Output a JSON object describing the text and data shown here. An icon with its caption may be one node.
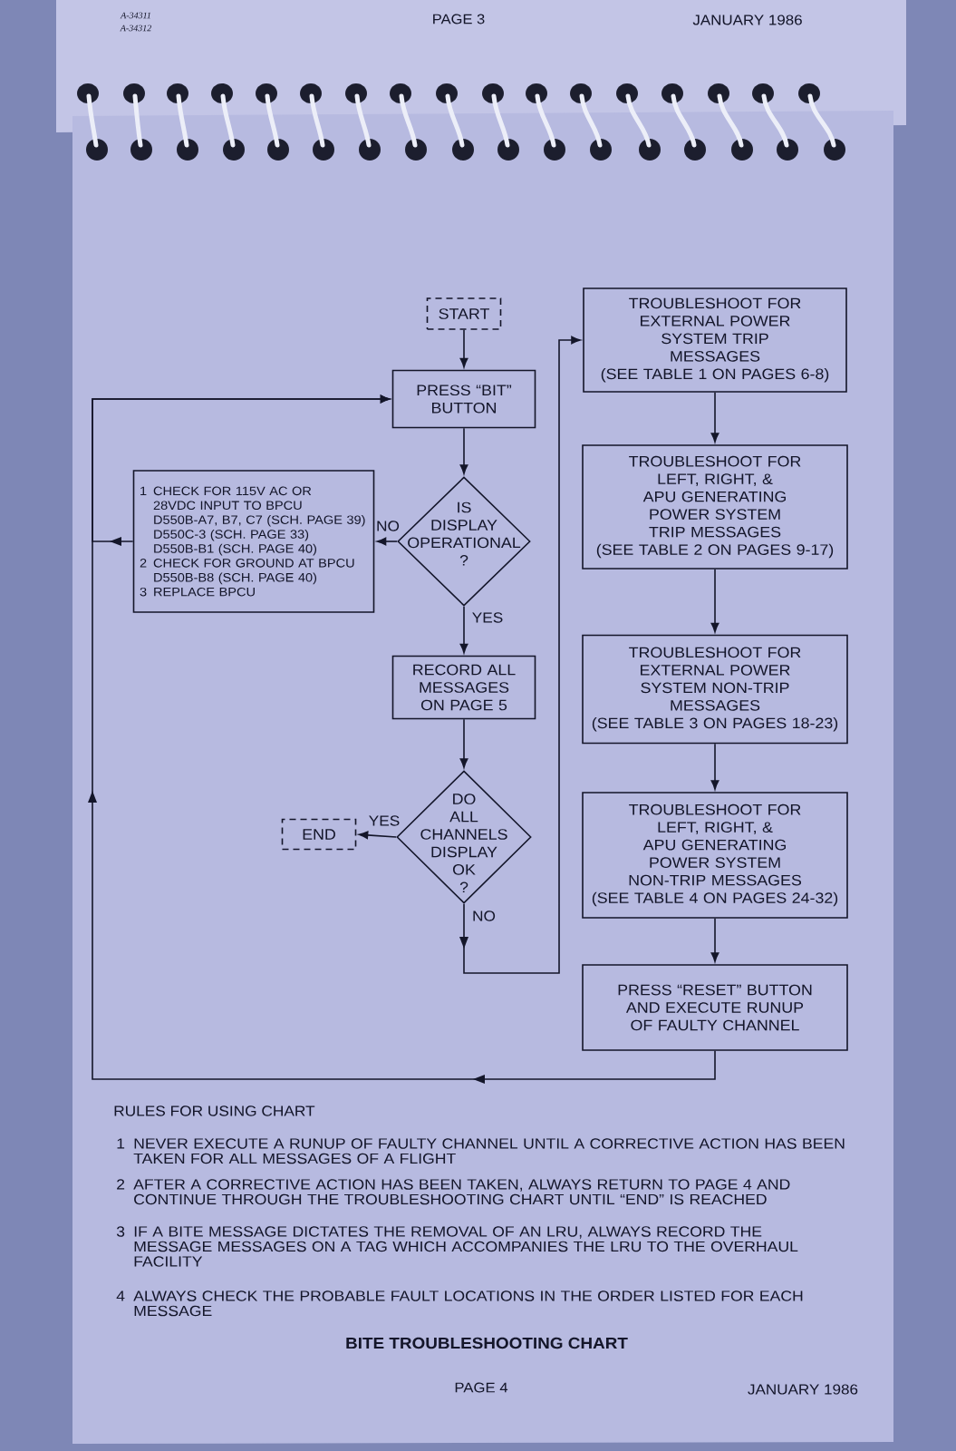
{
  "diagram": {
    "caption": "BITE TROUBLESHOOTING CHART",
    "nodes": [
      {
        "text": [
          "START"
        ]
      },
      {
        "text": [
          "PRESS “BIT” BUTTON"
        ]
      },
      {
        "text": [
          "IS DISPLAY OPERATIONAL ?"
        ]
      },
      {
        "text": [
          "1 CHECK FOR 115V AC OR 28VDC INPUT TO BPCU D550B-A7, B7, C7 (SCH. PAGE 39) D550C-3 (SCH. PAGE 33) D550B-B1 (SCH. PAGE 40)",
          "2 CHECK FOR GROUND AT BPCU D550B-B8 (SCH. PAGE 40)",
          "3 REPLACE BPCU"
        ]
      },
      {
        "text": [
          "RECORD ALL MESSAGES ON PAGE 5"
        ]
      },
      {
        "text": [
          "DO ALL CHANNELS DISPLAY OK ?"
        ]
      },
      {
        "text": [
          "END"
        ]
      },
      {
        "text": [
          "TROUBLESHOOT FOR EXTERNAL POWER SYSTEM TRIP MESSAGES",
          "(SEE TABLE 1 ON PAGES 6-8)"
        ]
      },
      {
        "text": [
          "TROUBLESHOOT FOR LEFT, RIGHT, & APU GENERATING POWER SYSTEM TRIP MESSAGES",
          "(SEE TABLE 2 ON PAGES 9-17)"
        ]
      },
      {
        "text": [
          "TROUBLESHOOT FOR EXTERNAL POWER SYSTEM NON-TRIP MESSAGES",
          "(SEE TABLE 3 ON PAGES 18-23)"
        ]
      },
      {
        "text": [
          "TROUBLESHOOT FOR LEFT, RIGHT, & APU GENERATING POWER SYSTEM NON-TRIP MESSAGES",
          "(SEE TABLE 4 ON PAGES 24-32)"
        ]
      },
      {
        "text": [
          "PRESS “RESET” BUTTON AND EXECUTE RUNUP OF FAULTY CHANNEL"
        ]
      }
    ],
    "edges": [
      {
        "from": 0,
        "to": 1,
        "arrow": "to"
      },
      {
        "from": 1,
        "to": 2,
        "arrow": "to"
      },
      {
        "from": 2,
        "to": 3,
        "arrow": "to",
        "label": "NO"
      },
      {
        "from": 3,
        "to": 1,
        "arrow": "to"
      },
      {
        "from": 2,
        "to": 4,
        "arrow": "to",
        "label": "YES"
      },
      {
        "from": 4,
        "to": 5,
        "arrow": "to"
      },
      {
        "from": 5,
        "to": 6,
        "arrow": "to",
        "label": "YES"
      },
      {
        "from": 5,
        "to": 7,
        "arrow": "to",
        "label": "NO"
      },
      {
        "from": 7,
        "to": 8,
        "arrow": "to"
      },
      {
        "from": 8,
        "to": 9,
        "arrow": "to"
      },
      {
        "from": 9,
        "to": 10,
        "arrow": "to"
      },
      {
        "from": 10,
        "to": 11,
        "arrow": "to"
      },
      {
        "from": 11,
        "to": 1,
        "arrow": "to"
      }
    ],
    "labels": [
      "A-34311",
      "A-34312",
      "PAGE 3",
      "JANUARY 1986",
      "RULES FOR USING CHART",
      "1 NEVER EXECUTE A RUNUP OF FAULTY CHANNEL UNTIL A CORRECTIVE ACTION HAS BEEN TAKEN FOR ALL MESSAGES OF A FLIGHT",
      "2 AFTER A CORRECTIVE ACTION HAS BEEN TAKEN, ALWAYS RETURN TO PAGE 4 AND CONTINUE THROUGH THE TROUBLESHOOTING CHART UNTIL “END” IS REACHED",
      "3 IF A BITE MESSAGE DICTATES THE REMOVAL OF AN LRU, ALWAYS RECORD THE MESSAGE MESSAGES ON A TAG WHICH ACCOMPANIES THE LRU TO THE OVERHAUL FACILITY",
      "4 ALWAYS CHECK THE PROBABLE FAULT LOCATIONS IN THE ORDER LISTED FOR EACH MESSAGE",
      "PAGE 4",
      "JANUARY 1986"
    ]
  }
}
